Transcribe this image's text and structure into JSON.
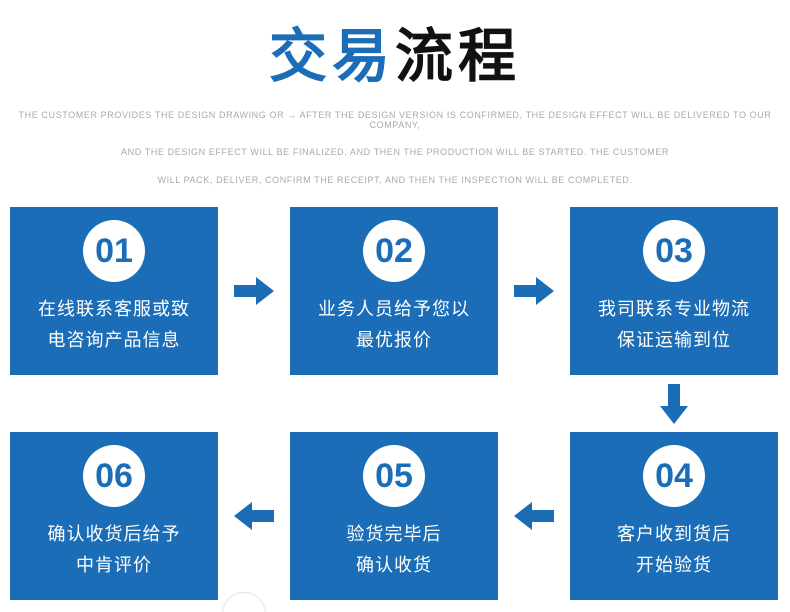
{
  "title": {
    "blue": "交易",
    "black": "流程"
  },
  "subtitle_lines": [
    "THE CUSTOMER PROVIDES THE DESIGN DRAWING OR → AFTER THE DESIGN VERSION IS CONFIRMED, THE DESIGN EFFECT WILL BE DELIVERED TO OUR COMPANY,",
    "AND THE DESIGN EFFECT WILL BE FINALIZED, AND THEN THE PRODUCTION WILL BE STARTED. THE CUSTOMER",
    "WILL PACK, DELIVER, CONFIRM THE RECEIPT, AND THEN THE INSPECTION WILL BE COMPLETED."
  ],
  "colors": {
    "accent": "#1a6db6",
    "title_black": "#111111",
    "subtitle_gray": "#a9a9a9",
    "card_text": "#ffffff"
  },
  "steps": [
    {
      "number": "01",
      "line1": "在线联系客服或致",
      "line2": "电咨询产品信息"
    },
    {
      "number": "02",
      "line1": "业务人员给予您以",
      "line2": "最优报价"
    },
    {
      "number": "03",
      "line1": "我司联系专业物流",
      "line2": "保证运输到位"
    },
    {
      "number": "04",
      "line1": "客户收到货后",
      "line2": "开始验货"
    },
    {
      "number": "05",
      "line1": "验货完毕后",
      "line2": "确认收货"
    },
    {
      "number": "06",
      "line1": "确认收货后给予",
      "line2": "中肯评价"
    }
  ]
}
